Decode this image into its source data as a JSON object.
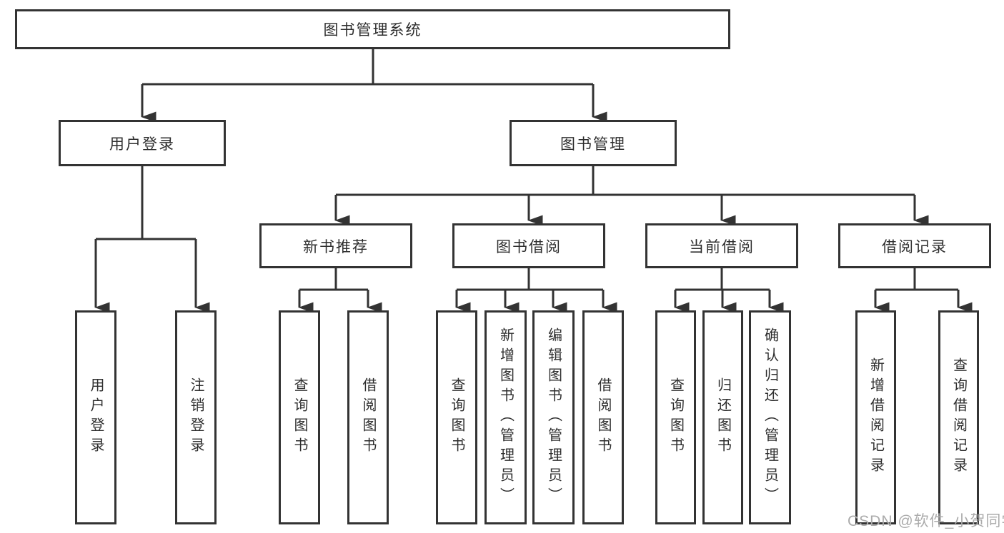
{
  "tree": {
    "root": "图书管理系统",
    "level2": [
      "用户登录",
      "图书管理"
    ],
    "level3": [
      "新书推荐",
      "图书借阅",
      "当前借阅",
      "借阅记录"
    ],
    "leaves": {
      "user_login": [
        "用户登录",
        "注销登录"
      ],
      "new_books": [
        "查询图书",
        "借阅图书"
      ],
      "book_borrow": [
        "查询图书",
        "新增图书（管理员）",
        "编辑图书（管理员）",
        "借阅图书"
      ],
      "current_borrow": [
        "查询图书",
        "归还图书",
        "确认归还（管理员）"
      ],
      "borrow_records": [
        "新增借阅记录",
        "查询借阅记录"
      ]
    }
  },
  "watermark": "CSDN @软件_小贺同学",
  "colors": {
    "line": "#333333",
    "text": "#2e2e2e",
    "watermark": "#ababab",
    "background": "#ffffff"
  }
}
